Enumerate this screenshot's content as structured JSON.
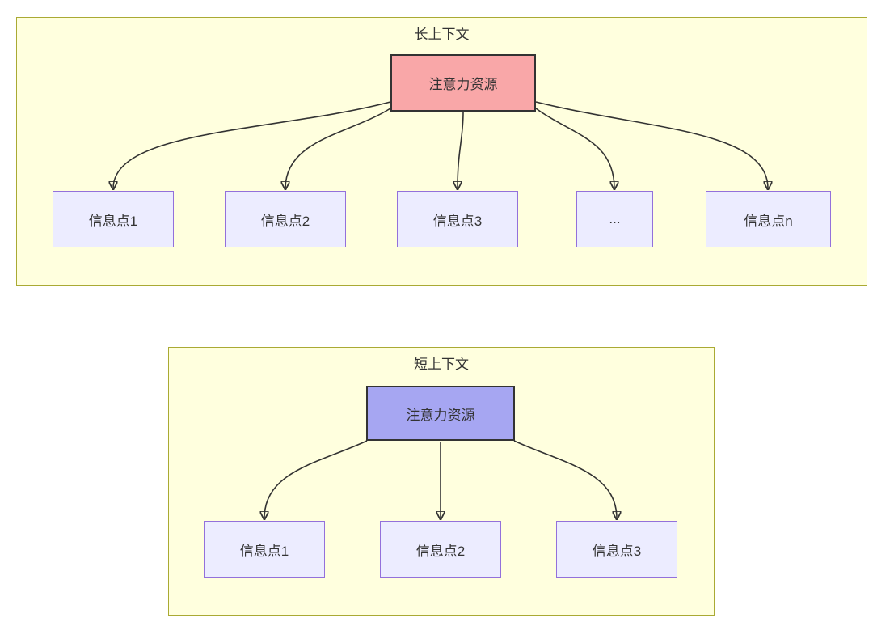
{
  "diagram": {
    "long_context": {
      "title": "长上下文",
      "root": {
        "label": "注意力资源"
      },
      "children": [
        {
          "label": "信息点1"
        },
        {
          "label": "信息点2"
        },
        {
          "label": "信息点3"
        },
        {
          "label": "..."
        },
        {
          "label": "信息点n"
        }
      ]
    },
    "short_context": {
      "title": "短上下文",
      "root": {
        "label": "注意力资源"
      },
      "children": [
        {
          "label": "信息点1"
        },
        {
          "label": "信息点2"
        },
        {
          "label": "信息点3"
        }
      ]
    },
    "colors": {
      "container_fill": "#ffffde",
      "container_border": "#aaaa33",
      "long_root_fill": "#f9a7a8",
      "short_root_fill": "#a6a6f2",
      "root_border": "#333333",
      "node_fill": "#ececff",
      "node_border": "#9370db",
      "edge_color": "#333333",
      "text_color": "#333333",
      "page_bg": "#ffffff"
    }
  }
}
